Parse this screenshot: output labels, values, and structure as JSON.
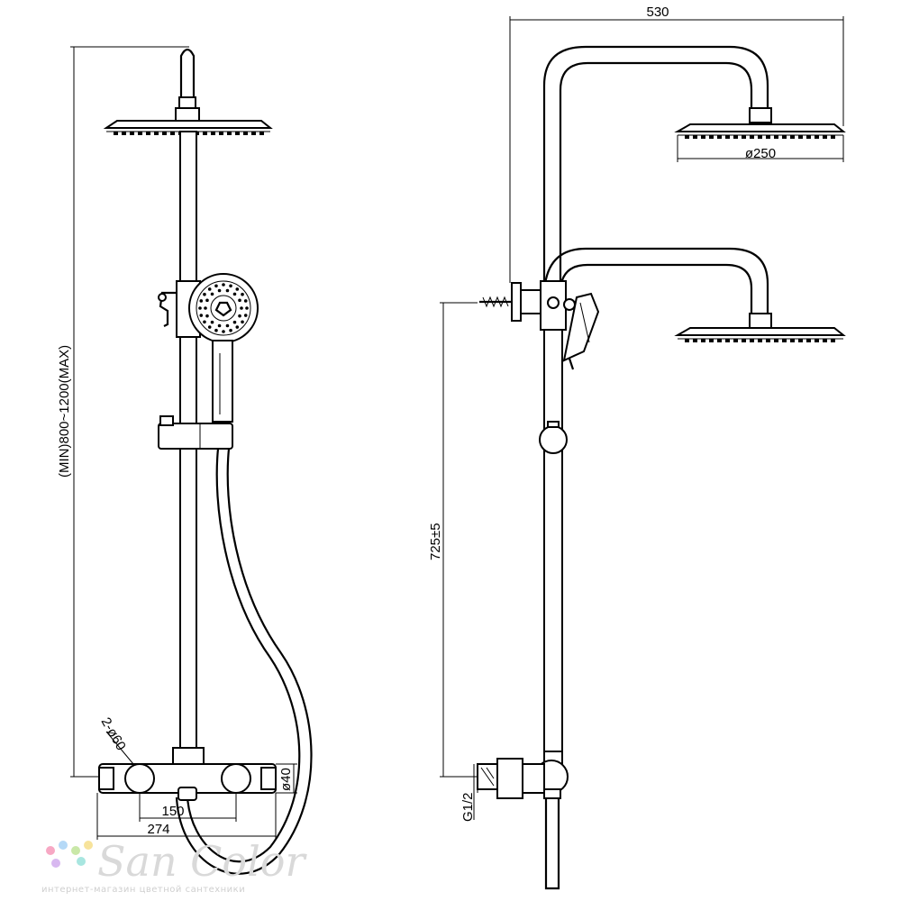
{
  "dimensions": {
    "height_range": "(MIN)800~1200(MAX)",
    "holes": "2-ø60",
    "body_diameter": "ø40",
    "center_distance": "150",
    "total_width": "274",
    "arm_length": "530",
    "head_diameter": "ø250",
    "outlet_height": "725±5",
    "thread": "G1/2"
  },
  "watermark": {
    "brand": "San Color",
    "tagline": "интернет-магазин цветной сантехники",
    "dot_colors": [
      "#f7a8c4",
      "#b5d9f7",
      "#c9e8a8",
      "#f7e39b",
      "#d8b8f0",
      "#a8e6e0"
    ]
  }
}
